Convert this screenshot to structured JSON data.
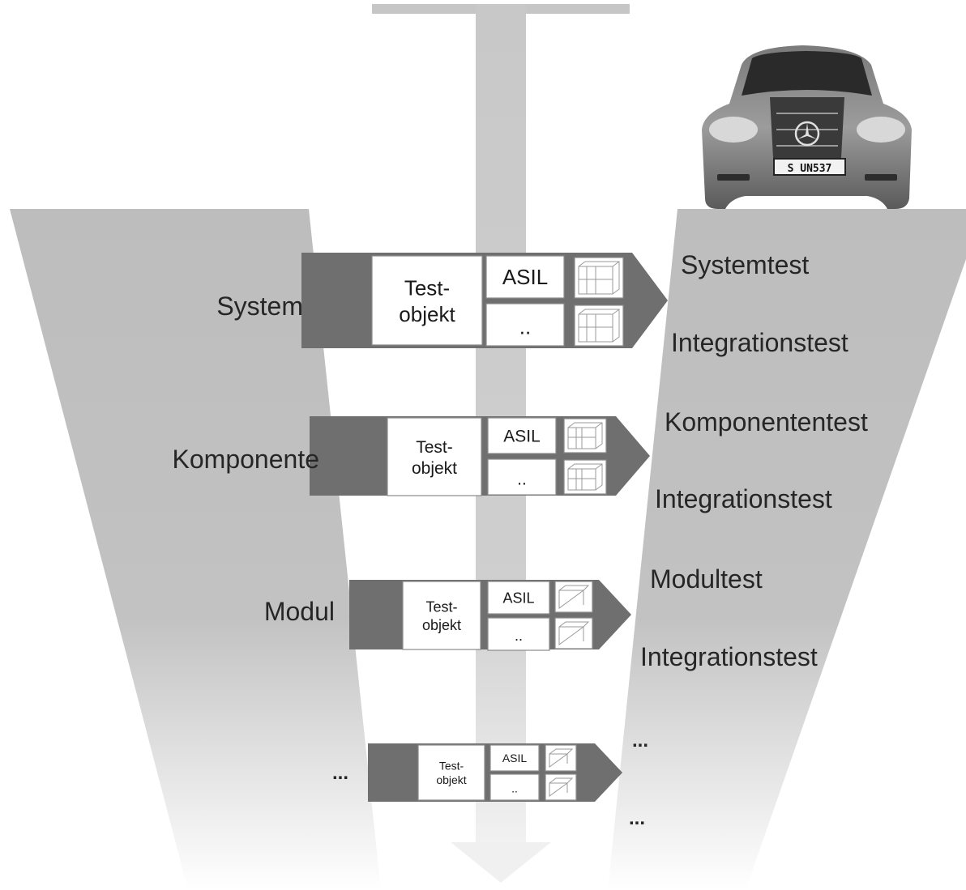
{
  "left_levels": [
    "System",
    "Komponente",
    "Modul",
    "..."
  ],
  "right_tests": [
    "Systemtest",
    "Integrationstest",
    "Komponententest",
    "Integrationstest",
    "Modultest",
    "Integrationstest",
    "...",
    "..."
  ],
  "arrow_box": {
    "testobjekt_line1": "Test-",
    "testobjekt_line2": "objekt",
    "asil": "ASIL",
    "more": ".."
  },
  "car_plate": "S UN537",
  "colors": {
    "funnel": "#bdbdbd",
    "arrow": "#6f6f6f",
    "trunk": "#c6c6c6",
    "text": "#262626"
  }
}
